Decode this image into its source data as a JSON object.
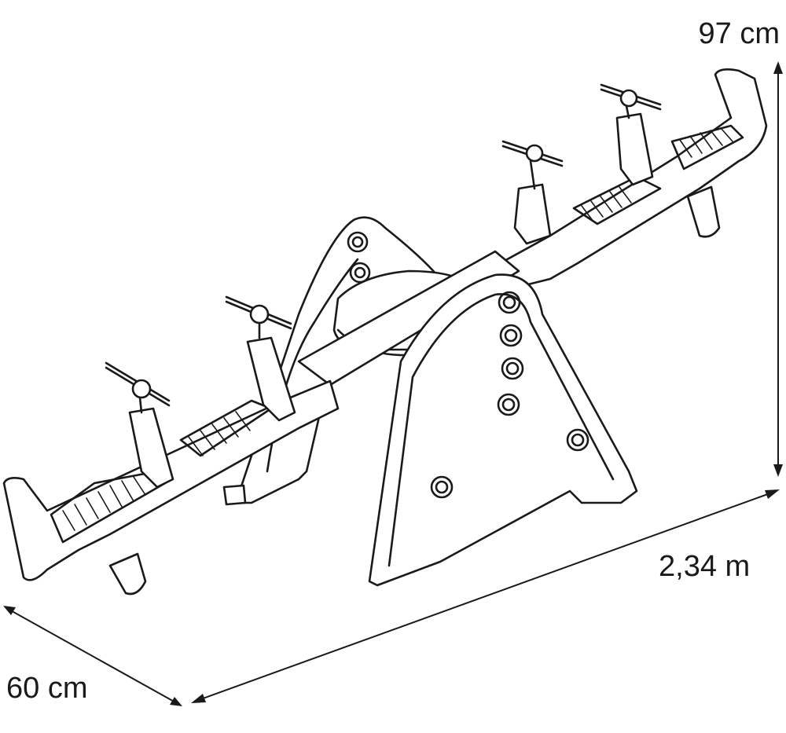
{
  "dimensions": {
    "height": "97 cm",
    "length": "2,34 m",
    "width": "60 cm"
  },
  "colors": {
    "line": "#1a1a1a",
    "background": "#ffffff"
  }
}
